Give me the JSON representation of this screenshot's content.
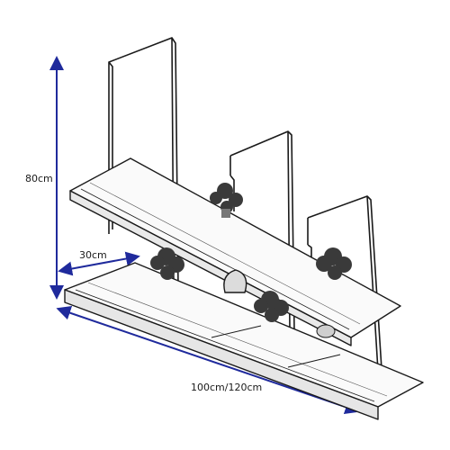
{
  "dimensions": {
    "height_label": "80cm",
    "depth_label": "30cm",
    "width_label": "100cm/120cm"
  },
  "colors": {
    "dimension_arrow": "#1f2a9c",
    "sketch_line": "#1a1a1a",
    "plant": "#3a3a3a"
  }
}
